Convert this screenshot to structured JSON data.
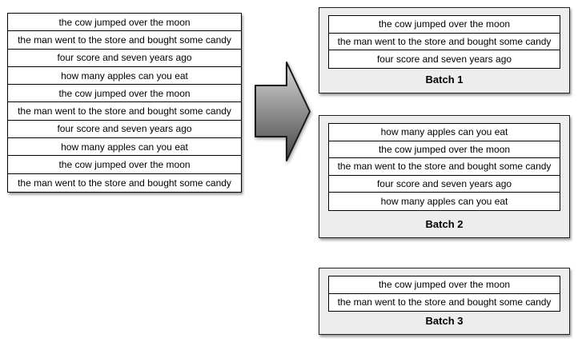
{
  "source_list": {
    "rows": [
      "the cow jumped over the moon",
      "the man went to the store and bought some candy",
      "four score and seven years ago",
      "how many apples can you eat",
      "the cow jumped over the moon",
      "the man went to the store and bought some candy",
      "four score and seven years ago",
      "how many apples can you eat",
      "the cow jumped over the moon",
      "the man went to the store and bought some candy"
    ]
  },
  "arrow": {
    "direction": "right",
    "color_top": "#d9d9d9",
    "color_bottom": "#454545",
    "outline_color": "#1b1b1b"
  },
  "batches": [
    {
      "label": "Batch 1",
      "rows": [
        "the cow jumped over the moon",
        "the man went to the store and bought some candy",
        "four score and seven years ago"
      ]
    },
    {
      "label": "Batch 2",
      "rows": [
        "how many apples can you eat",
        "the cow jumped over the moon",
        "the man went to the store and bought some candy",
        "four score and seven years ago",
        "how many apples can you eat"
      ]
    },
    {
      "label": "Batch 3",
      "rows": [
        "the cow jumped over the moon",
        "the man went to the store and bought some candy"
      ]
    }
  ],
  "colors": {
    "background": "#ffffff",
    "row_background": "#ffffff",
    "batch_background": "#ededed",
    "border": "#000000"
  }
}
